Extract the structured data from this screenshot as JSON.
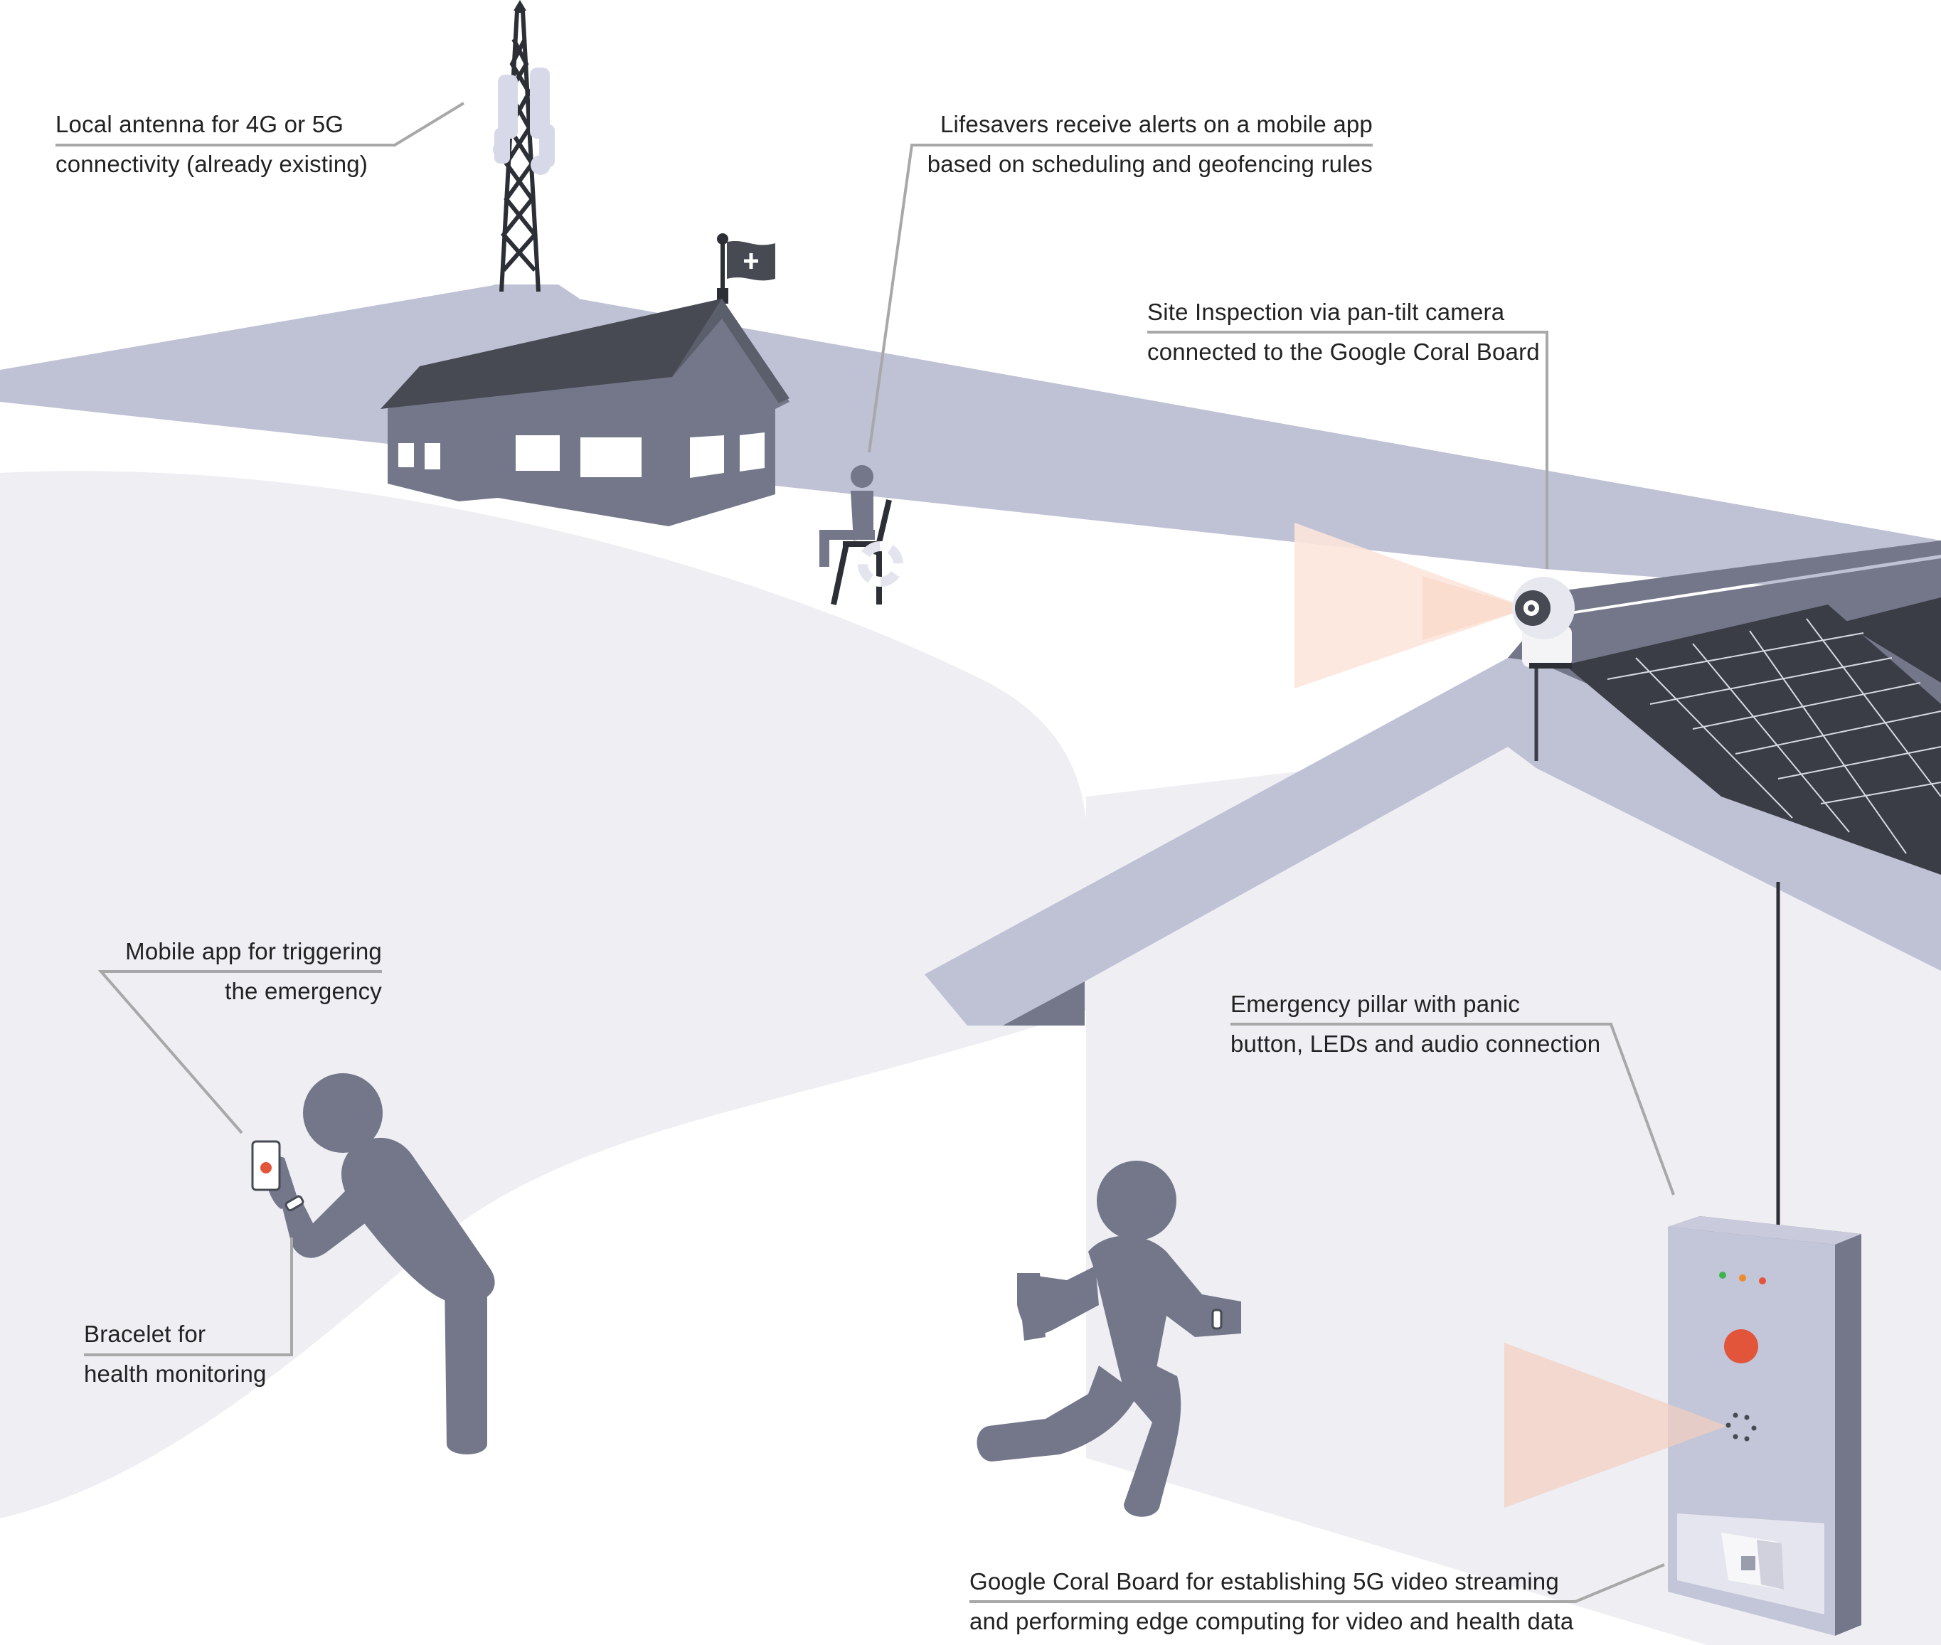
{
  "labels": {
    "antenna": [
      "Local antenna for 4G or 5G",
      "connectivity (already existing)"
    ],
    "lifesavers": [
      "Lifesavers receive alerts on a mobile app",
      "based on scheduling and geofencing rules"
    ],
    "camera": [
      "Site Inspection via pan-tilt camera",
      "connected to the Google Coral Board"
    ],
    "mobile_app": [
      "Mobile app for triggering",
      "the emergency"
    ],
    "bracelet": [
      "Bracelet for",
      "health monitoring"
    ],
    "pillar": [
      "Emergency pillar with panic",
      "button, LEDs and audio connection"
    ],
    "coral_board": [
      "Google Coral Board for establishing 5G video streaming",
      "and performing edge computing for video and health data"
    ]
  },
  "icons": {
    "flag": "first-aid-plus-icon",
    "antenna": "cell-tower-icon",
    "camera": "pan-tilt-camera-icon",
    "phone": "smartphone-icon",
    "bracelet": "bracelet-icon",
    "panic_button": "panic-button-icon",
    "speaker": "speaker-grille-icon",
    "board": "coral-board-icon"
  },
  "colors": {
    "figure": "#737789",
    "path": "#bfc1d5",
    "ground": "#eeeef3",
    "roof_dark": "#474a53",
    "solar": "#3a3d46",
    "camera_beam": "#fce6dc",
    "panic_button": "#e2553a",
    "leader_line": "#a8a8a8",
    "text": "#222222"
  },
  "leds": [
    "#3fb34f",
    "#f08a2e",
    "#e2553a"
  ]
}
